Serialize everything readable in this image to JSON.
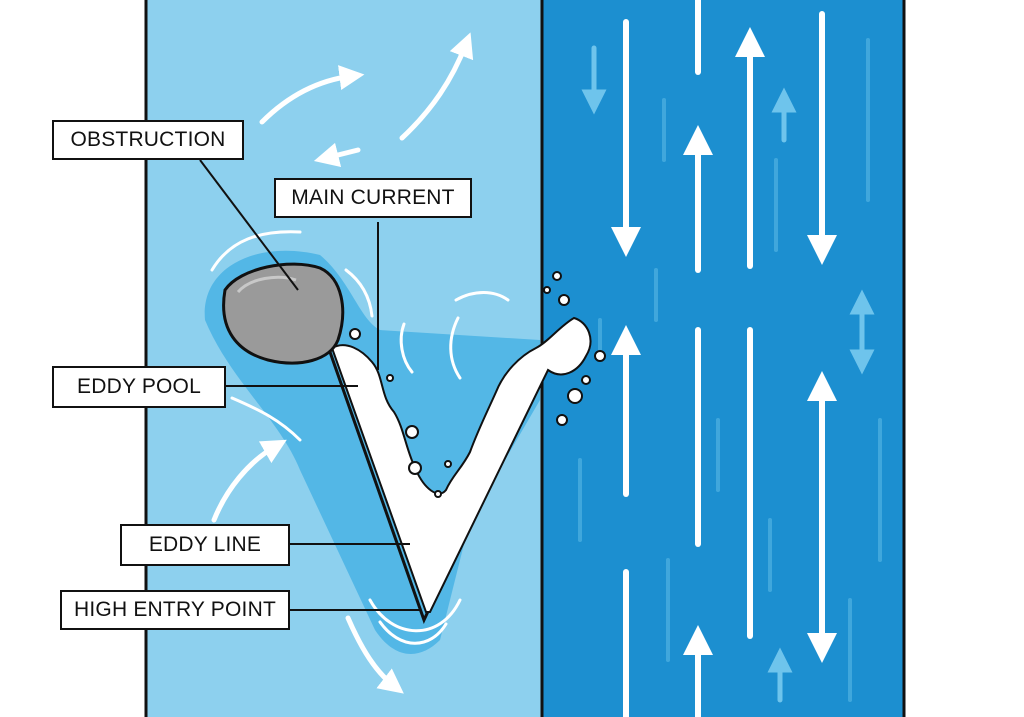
{
  "labels": {
    "obstruction": "OBSTRUCTION",
    "main_current": "MAIN CURRENT",
    "eddy_pool": "EDDY POOL",
    "eddy_line": "EDDY LINE",
    "high_entry_point": "HIGH ENTRY POINT"
  },
  "colors": {
    "eddy_water": "#8dd0ee",
    "main_water": "#1c8fd0",
    "eddy_glow": "#34a9e2",
    "foam": "#ffffff",
    "rock": "#9a9a9a",
    "outline": "#111111"
  }
}
